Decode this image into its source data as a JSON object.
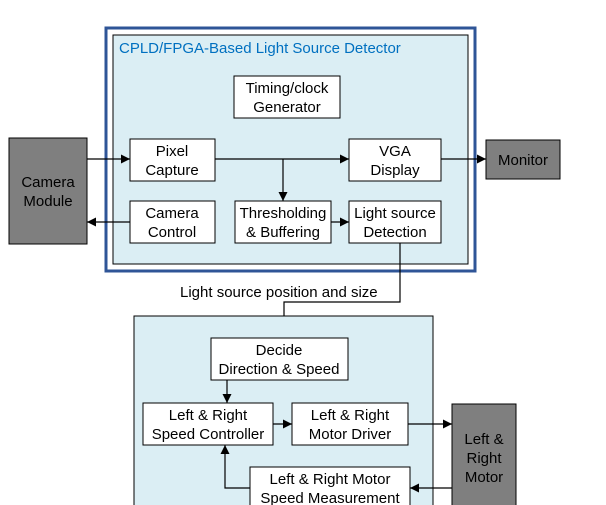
{
  "fpga": {
    "title": "CPLD/FPGA-Based Light Source Detector",
    "timing_line1": "Timing/clock",
    "timing_line2": "Generator",
    "pixel_line1": "Pixel",
    "pixel_line2": "Capture",
    "vga_line1": "VGA",
    "vga_line2": "Display",
    "camctl_line1": "Camera",
    "camctl_line2": "Control",
    "thresh_line1": "Thresholding",
    "thresh_line2": "& Buffering",
    "detect_line1": "Light source",
    "detect_line2": "Detection"
  },
  "external": {
    "camera_line1": "Camera",
    "camera_line2": "Module",
    "monitor": "Monitor",
    "motor_line1": "Left &",
    "motor_line2": "Right",
    "motor_line3": "Motor"
  },
  "connection_label": "Light source position and size",
  "controller": {
    "decide_line1": "Decide",
    "decide_line2": "Direction & Speed",
    "speedctl_line1": "Left & Right",
    "speedctl_line2": "Speed Controller",
    "driver_line1": "Left & Right",
    "driver_line2": "Motor Driver",
    "measure_line1": "Left & Right Motor",
    "measure_line2": "Speed Measurement"
  },
  "colors": {
    "panel_fill": "#dbeef4",
    "outer_border": "#2f5597",
    "external_fill": "#7f7f7f",
    "title_color": "#0070c0"
  }
}
